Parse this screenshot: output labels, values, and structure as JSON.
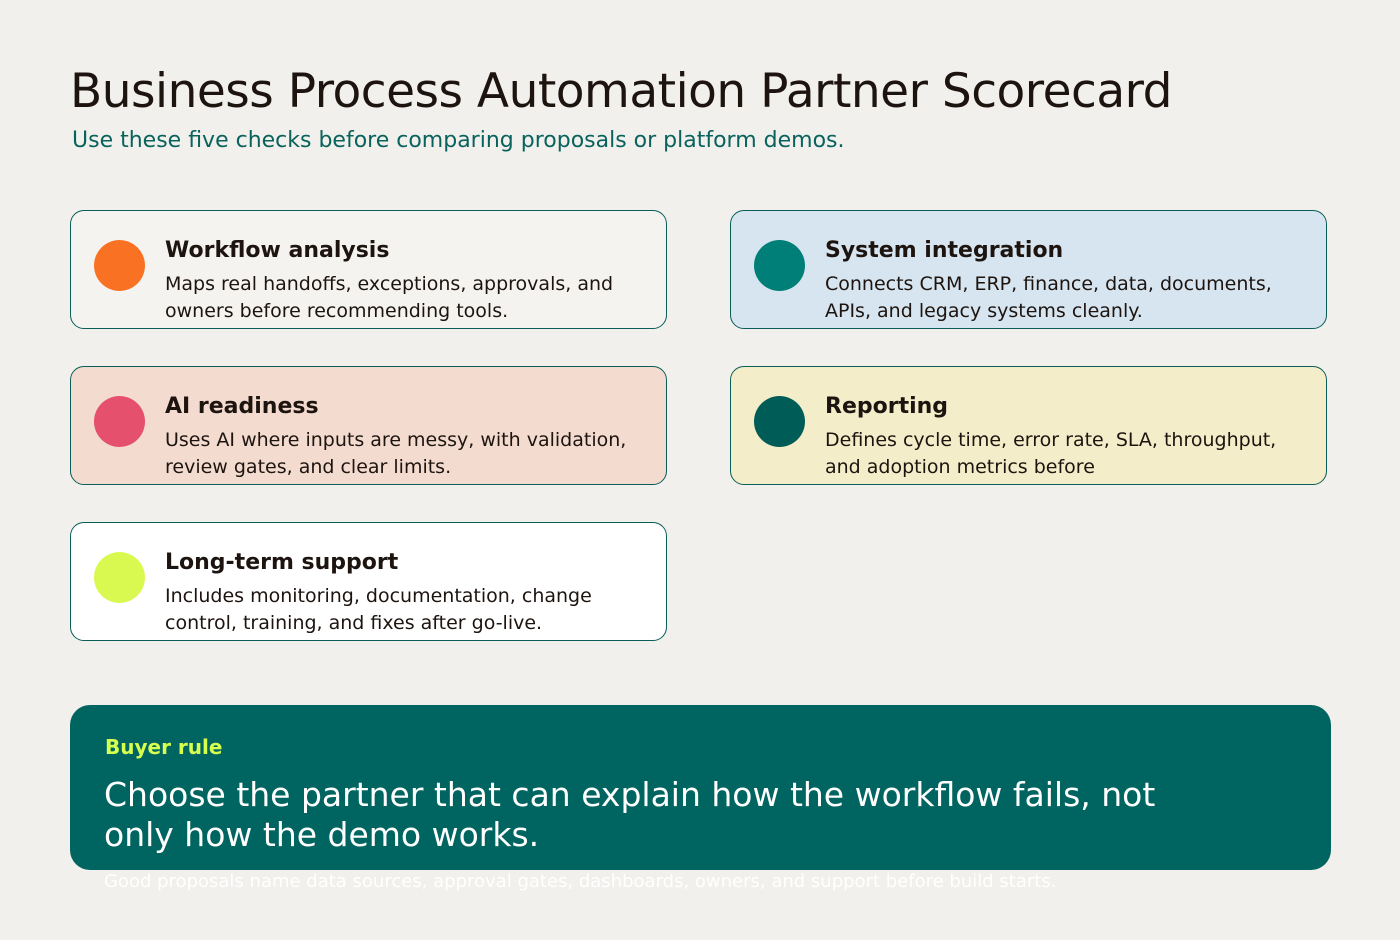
{
  "header": {
    "title": "Business Process Automation Partner Scorecard",
    "subtitle": "Use these five checks before comparing proposals or platform demos."
  },
  "checks": [
    {
      "title": "Workflow analysis",
      "body": "Maps real handoffs, exceptions, approvals, and owners before recommending tools.",
      "dot_color": "#f97224",
      "card_color": "#f4f3ef"
    },
    {
      "title": "System integration",
      "body": "Connects CRM, ERP, finance, data, documents, APIs, and legacy systems cleanly.",
      "dot_color": "#007e78",
      "card_color": "#d6e5ef"
    },
    {
      "title": "AI readiness",
      "body": "Uses AI where inputs are messy, with validation, review gates, and clear limits.",
      "dot_color": "#e5506c",
      "card_color": "#f3dbcf"
    },
    {
      "title": "Reporting",
      "body": "Defines cycle time, error rate, SLA, throughput, and adoption metrics before",
      "dot_color": "#005c57",
      "card_color": "#f4edc9"
    },
    {
      "title": "Long-term support",
      "body": "Includes monitoring, documentation, change control, training, and fixes after go-live.",
      "dot_color": "#daf950",
      "card_color": "#ffffff"
    }
  ],
  "buyer_rule": {
    "label": "Buyer rule",
    "text": "Choose the partner that can explain how the workflow fails, not only how the demo works.",
    "note": "Good proposals name data sources, approval gates, dashboards, owners, and support before build starts."
  },
  "colors": {
    "background": "#f1f0ec",
    "accent_teal": "#006560",
    "accent_lime": "#d7ff4f",
    "card_border": "#0a5e58"
  }
}
